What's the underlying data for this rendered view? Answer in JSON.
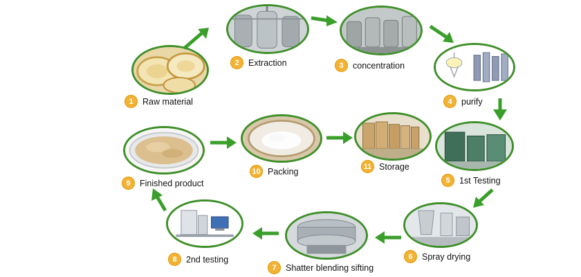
{
  "colors": {
    "arrow": "#3a9e2a",
    "ring": "#3f8f2a",
    "badge": "#f2b233",
    "text": "#111111"
  },
  "steps": [
    {
      "number": "1",
      "title": "Raw material"
    },
    {
      "number": "2",
      "title": "Extraction"
    },
    {
      "number": "3",
      "title": "concentration"
    },
    {
      "number": "4",
      "title": "purify"
    },
    {
      "number": "5",
      "title": "1st Testing"
    },
    {
      "number": "6",
      "title": "Spray drying"
    },
    {
      "number": "7",
      "title": "Shatter blending sifting"
    },
    {
      "number": "8",
      "title": "2nd testing"
    },
    {
      "number": "9",
      "title": "Finished product"
    },
    {
      "number": "10",
      "title": "Packing"
    },
    {
      "number": "11",
      "title": "Storage"
    }
  ]
}
